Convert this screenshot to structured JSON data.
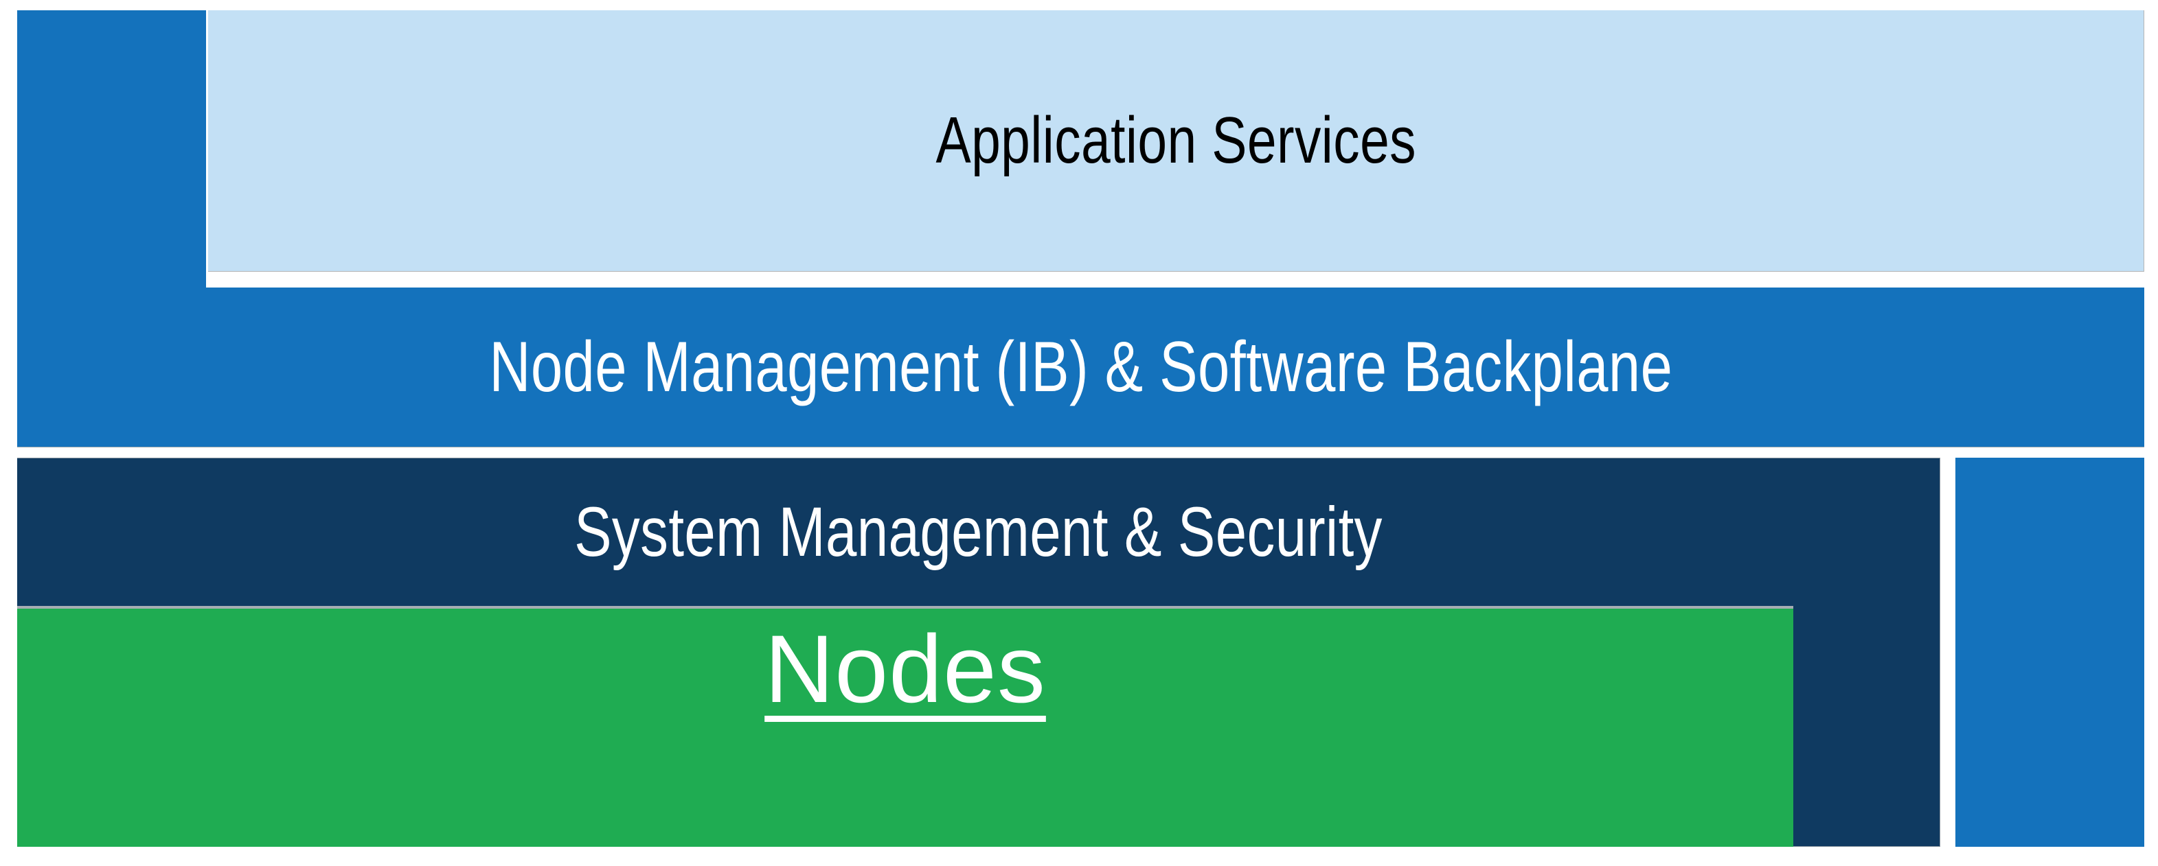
{
  "diagram": {
    "type": "layered-stack",
    "title_shown": false,
    "orientation": "vertical-stack",
    "colors": {
      "application_services": "#c3e0f5",
      "node_management": "#1472bc",
      "system_management": "#0f3a61",
      "nodes": "#1fac52",
      "rail": "#1472bc",
      "text_dark": "#000000",
      "text_light": "#ffffff",
      "border_gray": "#9aa6ae",
      "background": "#ffffff"
    },
    "layers": [
      {
        "id": "application-services",
        "label": "Application Services",
        "fill": "#c3e0f5",
        "text_color": "#000000",
        "underlined": false,
        "order": 1
      },
      {
        "id": "node-management",
        "label": "Node Management (IB) & Software Backplane",
        "fill": "#1472bc",
        "text_color": "#ffffff",
        "underlined": false,
        "order": 2
      },
      {
        "id": "system-management",
        "label": "System Management & Security",
        "fill": "#0f3a61",
        "text_color": "#ffffff",
        "underlined": false,
        "order": 3
      },
      {
        "id": "nodes",
        "label": "Nodes",
        "fill": "#1fac52",
        "text_color": "#ffffff",
        "underlined": true,
        "order": 4
      }
    ],
    "rails": [
      {
        "id": "rail-left",
        "fill": "#1472bc",
        "side": "left"
      },
      {
        "id": "rail-right",
        "fill": "#1472bc",
        "side": "right"
      }
    ]
  }
}
